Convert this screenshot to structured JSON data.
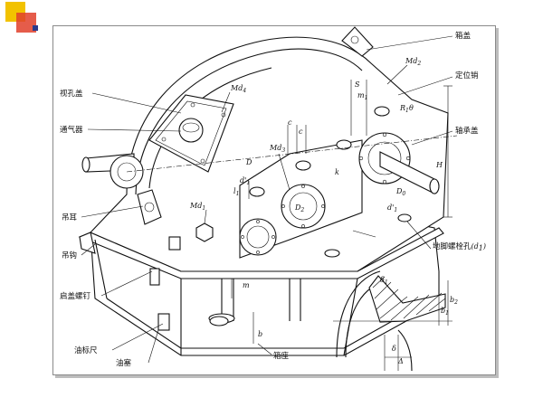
{
  "colors": {
    "deco_yellow": "#f2c200",
    "deco_red": "#e0402a",
    "deco_blue": "#2a3a8c",
    "line": "#111111",
    "panel_border": "#8a8a8a"
  },
  "labels": {
    "window_cover": "视孔盖",
    "breather": "通气器",
    "lifting_lug": "吊耳",
    "lifting_hook": "吊钩",
    "lift_screw": "启盖螺钉",
    "oil_dipstick": "油标尺",
    "oil_plug": "油塞",
    "housing_base": "箱座",
    "housing_cover": "箱盖",
    "locating_pin": "定位销",
    "bearing_cap": "轴承盖",
    "anchor_bolt_hole": "地脚螺栓孔",
    "anchor_bolt_hole_sym": "(d",
    "anchor_bolt_hole_close": ")"
  },
  "dimensions": {
    "md4": "Md",
    "md4_sub": "4",
    "md2": "Md",
    "md2_sub": "2",
    "md3": "Md",
    "md3_sub": "3",
    "md1": "Md",
    "md1_sub": "1",
    "s": "S",
    "m1": "m",
    "m1_sub": "1",
    "r1": "R",
    "r1_sub": "1",
    "theta": "θ",
    "c1": "c",
    "c2": "c",
    "d_big": "D",
    "d1": "d",
    "d1_prime": "'",
    "d1_sub": "1",
    "l1": "l",
    "l1_sub": "1",
    "d2": "D",
    "d2_sub": "2",
    "k": "k",
    "h_big": "H",
    "d0": "D",
    "d0_sub": "0",
    "d1b": "d",
    "m": "m",
    "b": "b",
    "b1": "b",
    "b1_sub": "1",
    "b2": "b",
    "b2_sub": "2",
    "delta1": "δ",
    "delta1_sub": "1",
    "delta": "δ",
    "big_delta": "Δ"
  }
}
